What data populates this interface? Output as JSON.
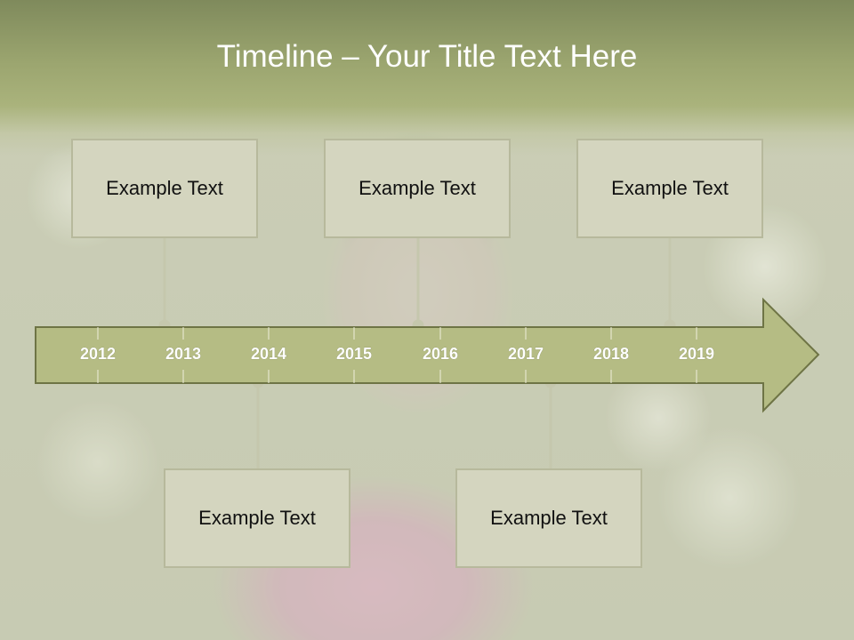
{
  "title": "Timeline – Your Title Text Here",
  "years": [
    "2012",
    "2013",
    "2014",
    "2015",
    "2016",
    "2017",
    "2018",
    "2019"
  ],
  "events": [
    {
      "text": "Example Text"
    },
    {
      "text": "Example Text"
    },
    {
      "text": "Example Text"
    },
    {
      "text": "Example Text"
    },
    {
      "text": "Example Text"
    }
  ],
  "colors": {
    "arrow_fill": "#b5bc84",
    "arrow_stroke": "#6e7445",
    "year_text": "#ffffff",
    "connector": "#c5c7ad",
    "box_fill": "#d4d5bf",
    "title_band": "#9ba56f"
  }
}
